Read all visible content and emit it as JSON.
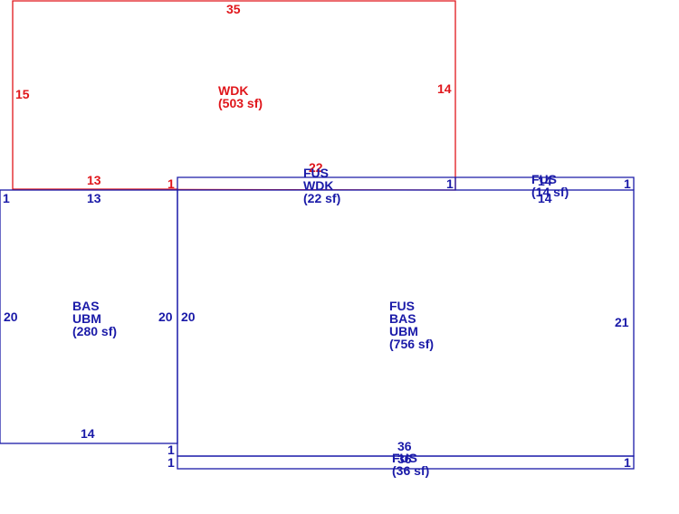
{
  "colors": {
    "deck": "#e0161b",
    "building": "#1a1aa8",
    "background": "#ffffff"
  },
  "areas": {
    "wdk": {
      "code": "WDK",
      "area": "(503 sf)"
    },
    "left": {
      "line1": "BAS",
      "line2": "UBM",
      "area": "(280 sf)"
    },
    "main": {
      "line1": "FUS",
      "line2": "BAS",
      "line3": "UBM",
      "area": "(756 sf)"
    },
    "strip_top": {
      "line1": "FUS",
      "line2": "WDK",
      "area": "(22 sf)"
    },
    "strip_right": {
      "line1": "FUS",
      "area": "(14 sf)"
    },
    "strip_bottom": {
      "line1": "FUS",
      "area": "(36 sf)"
    }
  },
  "dimensions": {
    "wdk_top": "35",
    "wdk_left": "15",
    "wdk_right": "14",
    "wdk_bottom": "13",
    "wdk_small": "1",
    "strip_top_red": "22",
    "left_top": "13",
    "left_top_side": "1",
    "left_left": "20",
    "left_right": "20",
    "left_bottom": "14",
    "main_left": "20",
    "main_right": "21",
    "strip_top_right_side": "1",
    "strip_right_top": "14",
    "strip_right_bottom": "14",
    "strip_right_side": "1",
    "bottom_gap_left": "1",
    "strip_bottom_left": "1",
    "strip_bottom_top": "36",
    "strip_bottom_bottom": "36",
    "strip_bottom_right": "1"
  }
}
